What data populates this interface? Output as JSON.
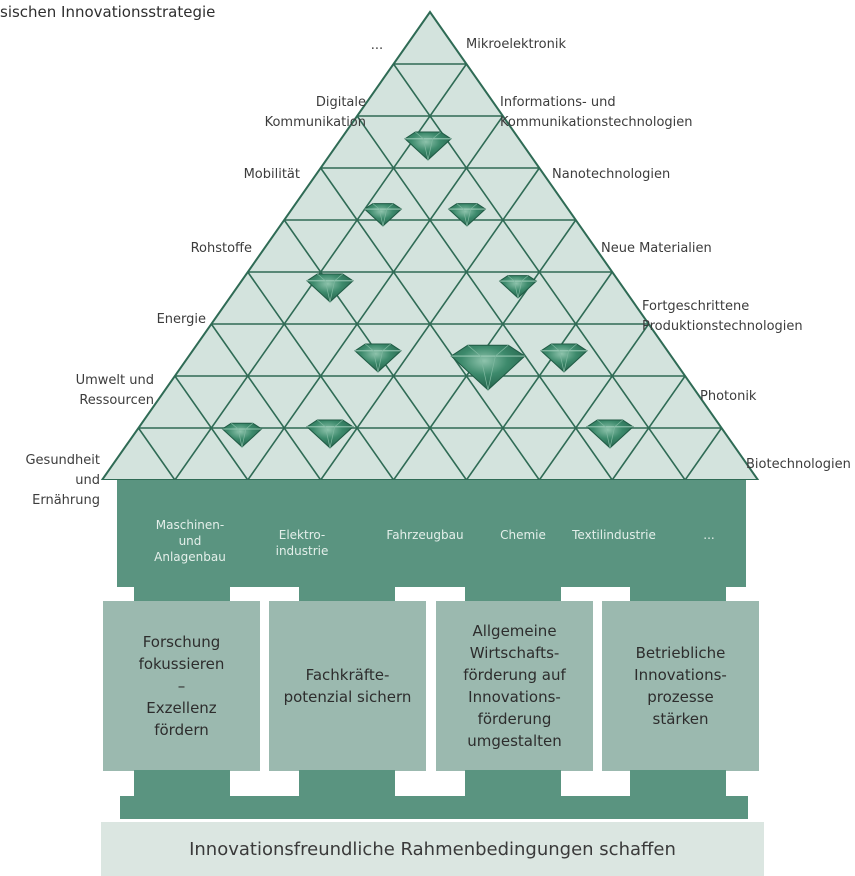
{
  "header": {
    "title_fragment": "sischen Innovationsstrategie"
  },
  "pyramid": {
    "top_label": "...",
    "left_labels": [
      "Digitale\nKommunikation",
      "Mobilität",
      "Rohstoffe",
      "Energie",
      "Umwelt und\nRessourcen",
      "Gesundheit und\nErnährung"
    ],
    "right_labels": [
      "Mikroelektronik",
      "Informations- und\nKommunikationstechnologien",
      "Nanotechnologien",
      "Neue Materialien",
      "Fortgeschrittene\nProduktionstechnologien",
      "Photonik",
      "Biotechnologien"
    ],
    "colors": {
      "fill": "#d3e3dd",
      "lines": "#2f6b55",
      "gem": "#3d8a6c"
    }
  },
  "industries": [
    "Maschinen-\nund\nAnlagenbau",
    "Elektro-\nindustrie",
    "Fahrzeugbau",
    "Chemie",
    "Textilindustrie",
    "..."
  ],
  "pillars": [
    "Forschung\nfokussieren\n–\nExzellenz\nfördern",
    "Fachkräfte-\npotenzial sichern",
    "Allgemeine\nWirtschafts-\nförderung auf\nInnovations-\nförderung\numgestalten",
    "Betriebliche\nInnovations-\nprozesse\nstärken"
  ],
  "foundation": "Innovationsfreundliche Rahmenbedingungen schaffen"
}
